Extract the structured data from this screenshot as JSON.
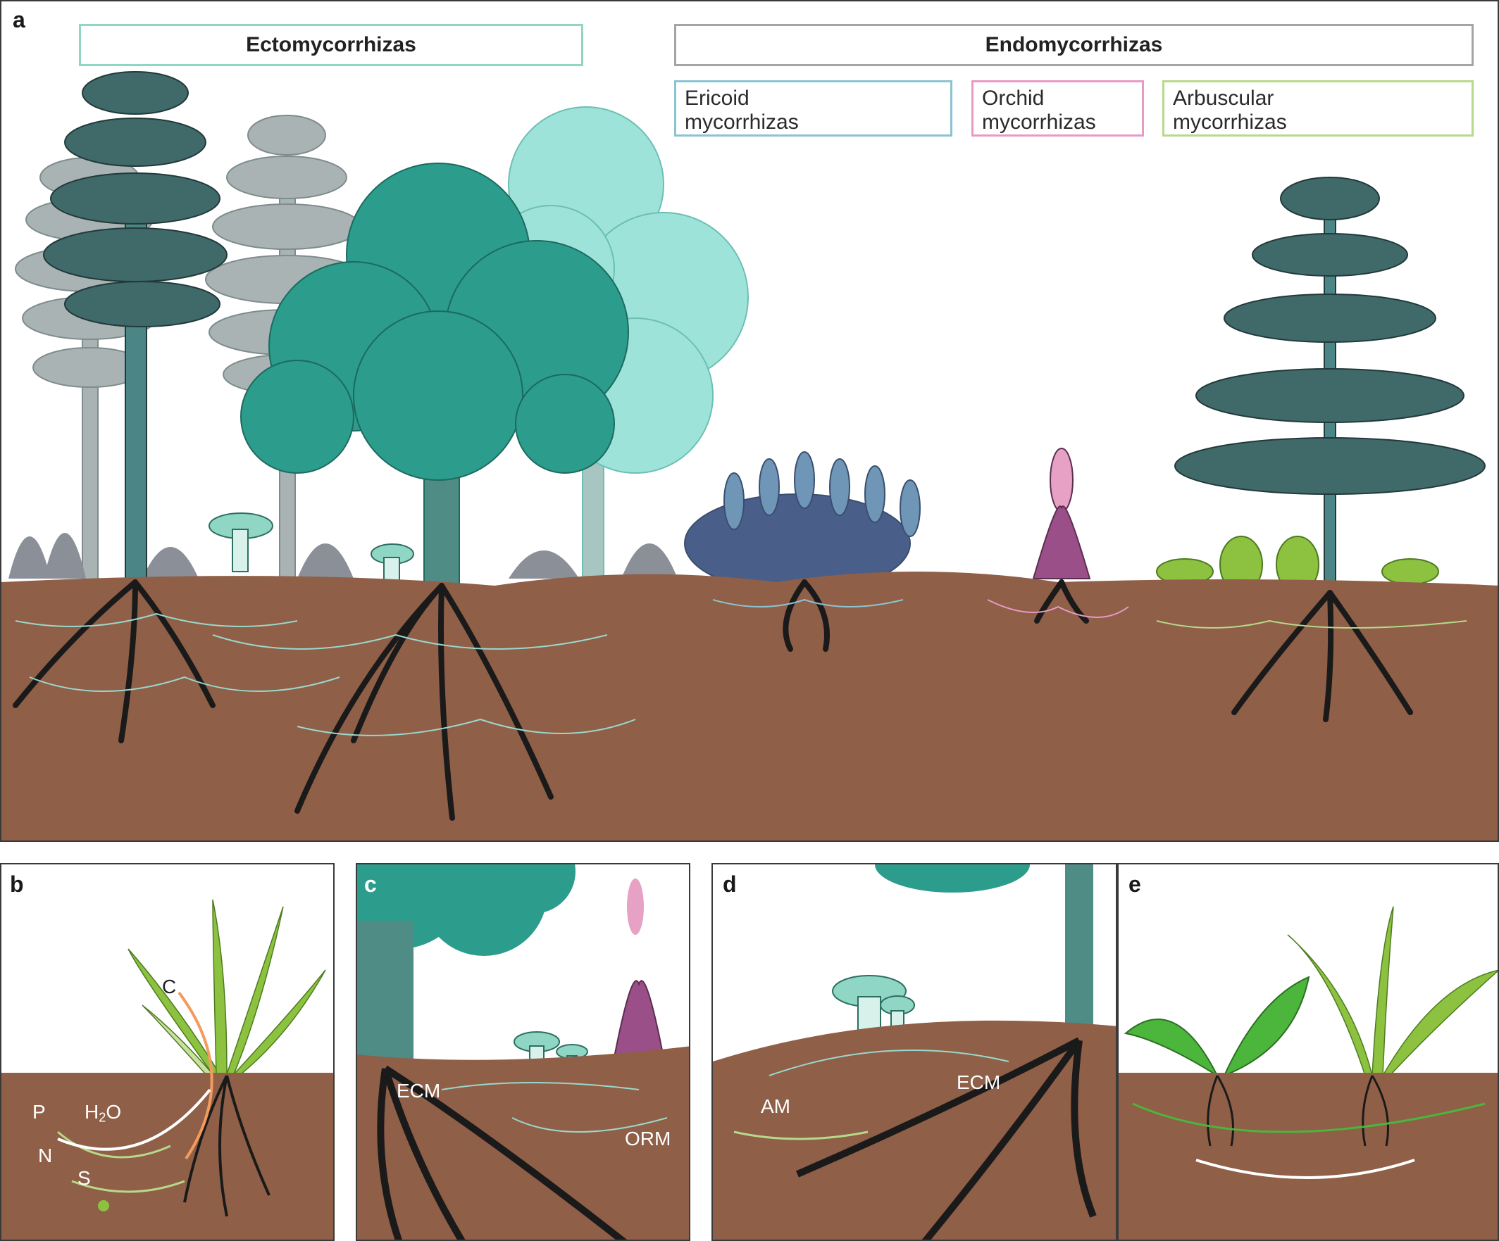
{
  "panel_a": {
    "label": "a",
    "ecto_header": "Ectomycorrhizas",
    "endo_header": "Endomycorrhizas",
    "ericoid": [
      "Ericoid",
      "mycorrhizas"
    ],
    "orchid": [
      "Orchid",
      "mycorrhizas"
    ],
    "arbuscular": [
      "Arbuscular",
      "mycorrhizas"
    ]
  },
  "panel_b": {
    "label": "b",
    "c": "C",
    "p": "P",
    "h2o_h": "H",
    "h2o_sub": "2",
    "h2o_o": "O",
    "n": "N",
    "s": "S"
  },
  "panel_c": {
    "label": "c",
    "ecm": "ECM",
    "orm": "ORM"
  },
  "panel_d": {
    "label": "d",
    "am": "AM",
    "ecm": "ECM"
  },
  "panel_e": {
    "label": "e"
  },
  "colors": {
    "soil": "#8f5f48",
    "root": "#1a1a1a",
    "ecto_hyphae": "#9ad8cc",
    "ecto_box": "#8fd6c4",
    "endo_box": "#a8a4a4",
    "ericoid_box": "#8cc3d3",
    "orchid_box": "#e79ac4",
    "arbuscular_box": "#b7d98a",
    "conifer_dark": "#3f6a6b",
    "conifer_light": "#a8b3b3",
    "broadleaf": "#2c9c8c",
    "broadleaf_light": "#9ee3d9",
    "heather": "#6f95b7",
    "orchid_plant": "#9a4f88",
    "grass_green": "#8cc240",
    "carbon_arrow": "#f39b5d",
    "nutrient_arrow": "#ffffff"
  }
}
